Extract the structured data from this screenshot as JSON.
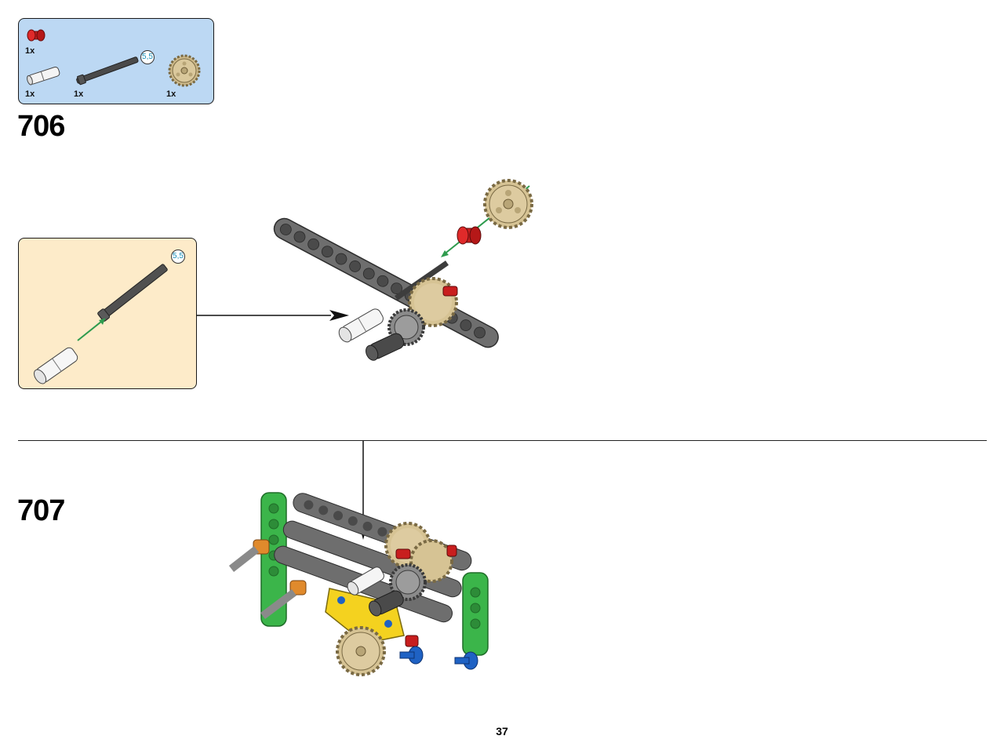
{
  "parts_list": {
    "items": [
      {
        "qty": "1x",
        "part": "red-bush-icon"
      },
      {
        "qty": "1x",
        "part": "white-axle-pin-icon"
      },
      {
        "qty": "1x",
        "part": "dark-axle-icon",
        "length": "5,5"
      },
      {
        "qty": "1x",
        "part": "tan-gear-icon"
      }
    ]
  },
  "steps": [
    {
      "number": "706"
    },
    {
      "number": "707"
    }
  ],
  "callout": {
    "length": "5,5"
  },
  "page_number": "37",
  "colors": {
    "parts_box_bg": "#bcd8f3",
    "callout_bg": "#fdebc9",
    "beam_gray": "#6b6b6b",
    "gear_tan": "#d9c79a",
    "bush_red": "#cc1f1f",
    "frame_green": "#3bb54a",
    "lever_yellow": "#f4d21f",
    "pin_blue": "#1f62c4",
    "bush_orange": "#e08a2c",
    "arrow_green": "#2e9b4e"
  }
}
